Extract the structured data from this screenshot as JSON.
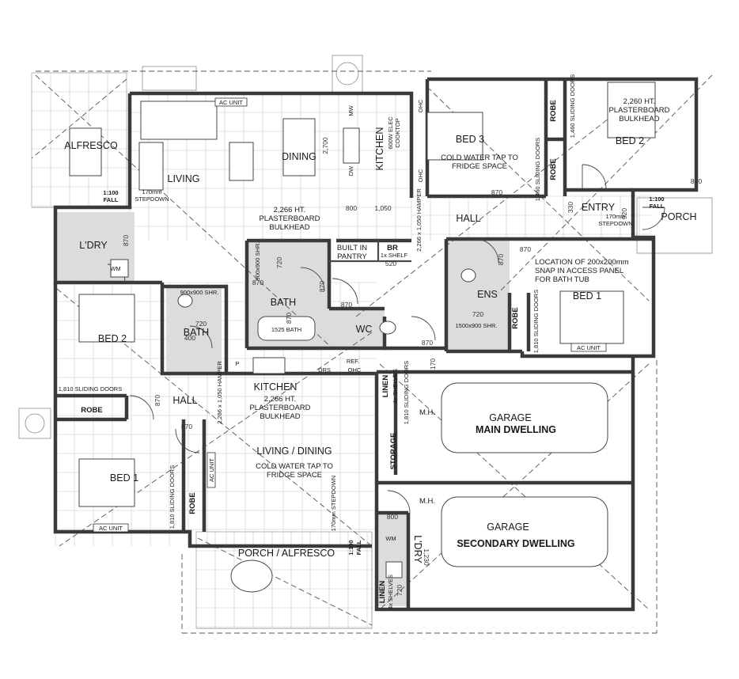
{
  "rooms": {
    "alfresco": "ALFRESCO",
    "living": "LIVING",
    "dining": "DINING",
    "kitchen_main": "KITCHEN",
    "bed3": "BED 3",
    "bed2_main": "BED 2",
    "entry": "ENTRY",
    "porch_main": "PORCH",
    "hall_main": "HALL",
    "ldry_main": "L'DRY",
    "bath_main": "BATH",
    "wc": "WC",
    "ens": "ENS",
    "bed1_main": "BED 1",
    "garage_main": "GARAGE",
    "main_dwelling": "MAIN DWELLING",
    "garage_secondary": "GARAGE",
    "secondary_dwelling": "SECONDARY DWELLING",
    "bed2_sec": "BED 2",
    "bath_sec": "BATH",
    "hall_sec": "HALL",
    "robe": "ROBE",
    "kitchen_sec": "KITCHEN",
    "living_dining_sec": "LIVING / DINING",
    "bed1_sec": "BED 1",
    "porch_alfresco": "PORCH / ALFRESCO",
    "ldry_sec": "L'DRY",
    "storage": "STORAGE",
    "linen": "LINEN",
    "built_in_pantry_1": "BUILT IN",
    "built_in_pantry_2": "PANTRY"
  },
  "notes": {
    "bulkhead_1a": "2,266 HT.",
    "bulkhead_1b": "PLASTERBOARD",
    "bulkhead_1c": "BULKHEAD",
    "bulkhead_2a": "2,260 HT.",
    "bulkhead_2b": "PLASTERBOARD",
    "bulkhead_2c": "BULKHEAD",
    "bulkhead_3a": "2,266 HT.",
    "bulkhead_3b": "PLASTERBOARD",
    "bulkhead_3c": "BULKHEAD",
    "cold_water_1a": "COLD WATER TAP TO",
    "cold_water_1b": "FRIDGE SPACE",
    "cold_water_2a": "COLD WATER TAP TO",
    "cold_water_2b": "FRIDGE SPACE",
    "access_panel_a": "LOCATION OF 200x200mm",
    "access_panel_b": "SNAP IN ACCESS PANEL",
    "access_panel_c": "FOR BATH TUB",
    "ac_unit_1": "AC UNIT",
    "ac_unit_2": "AC UNIT",
    "ac_unit_3": "AC UNIT",
    "ac_unit_4": "AC UNIT",
    "fall_1": "1:100",
    "fall_1b": "FALL",
    "fall_2": "1:100",
    "fall_2b": "FALL",
    "fall_3": "1:100",
    "fall_3b": "FALL",
    "stepdown_1a": "170mm",
    "stepdown_1b": "STEPDOWN",
    "stepdown_2a": "170mm",
    "stepdown_2b": "STEPDOWN",
    "stepdown_3": "170mm STEPDOWN",
    "cooktop_a": "600W ELEC",
    "cooktop_b": "COOKTOP",
    "sliding_1": "1,460 SLIDING DOORS",
    "sliding_2": "1,460 SLIDING DOORS",
    "sliding_3": "1,810 SLIDING DOORS",
    "sliding_4": "1,810 SLIDING DOORS",
    "sliding_5": "1,810 SLIDING DOORS",
    "sliding_6": "1,810 SLIDING DOORS",
    "bath_1525": "1525 BATH",
    "shr_900": "900x900 SHR.",
    "shr_1500": "1500x900 SHR.",
    "shr_900b": "900x900 SHR.",
    "br_shelf": "1x SHELF",
    "br": "BR",
    "hamper_1": "2,266 x 1,050 HAMPER",
    "hamper_2": "2,266 x 1,050 HAMPER",
    "linen_shelves_1": "4x SHELVES",
    "linen_shelves_2": "4x SHELVES",
    "mh_1": "M.H.",
    "mh_2": "M.H.",
    "wm_1": "WM",
    "wm_2": "WM",
    "ohc": "OHC",
    "ref": "REF.",
    "drs": "DRS",
    "dw": "DW",
    "mw": "MW",
    "p": "P"
  },
  "dimensions": {
    "d870_a": "870",
    "d870_b": "870",
    "d870_c": "870",
    "d870_d": "870",
    "d870_e": "870",
    "d870_f": "870",
    "d870_g": "870",
    "d870_h": "870",
    "d870_i": "870",
    "d870_j": "870",
    "d870_k": "870",
    "d870_l": "870",
    "d2700": "2,700",
    "d800": "800",
    "d1050": "1,050",
    "d330": "330",
    "d920": "920",
    "d520": "520",
    "d720_a": "720",
    "d720_b": "720",
    "d720_c": "720",
    "d720_d": "720",
    "d400": "400",
    "d170": "170",
    "d1230": "1,230",
    "d800b": "800"
  }
}
